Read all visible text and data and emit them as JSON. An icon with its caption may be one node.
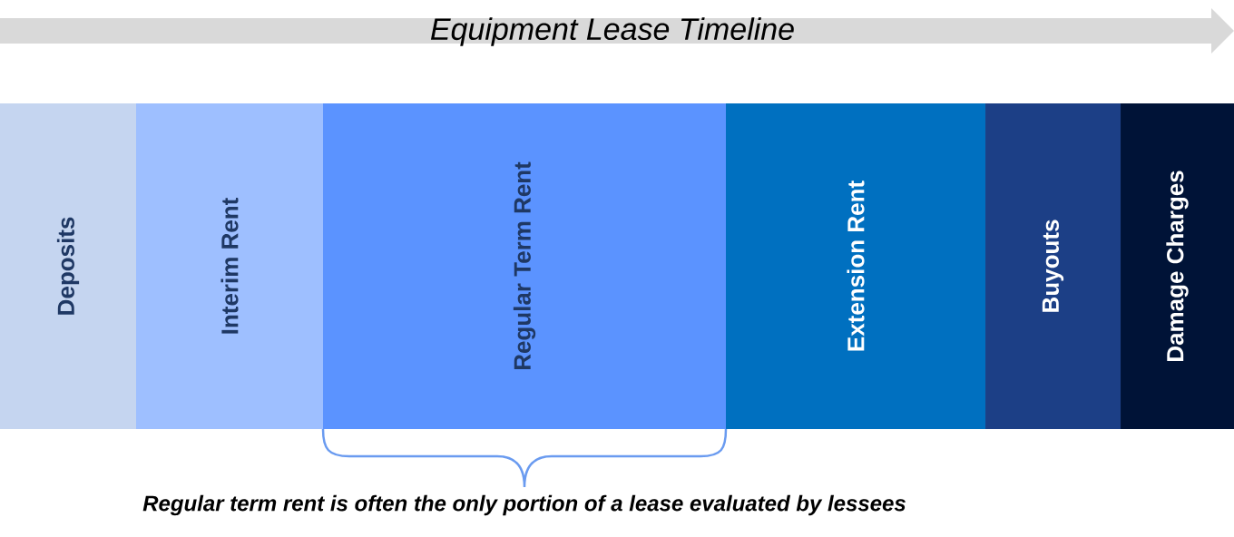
{
  "diagram": {
    "title": "Equipment Lease Timeline",
    "nodes": [
      {
        "text": [
          "Deposits"
        ]
      },
      {
        "text": [
          "Interim Rent"
        ]
      },
      {
        "text": [
          "Regular Term Rent"
        ]
      },
      {
        "text": [
          "Extension Rent"
        ]
      },
      {
        "text": [
          "Buyouts"
        ]
      },
      {
        "text": [
          "Damage Charges"
        ]
      }
    ],
    "labels": [
      "Regular term rent is often the only portion of a lease evaluated by lessees"
    ]
  }
}
